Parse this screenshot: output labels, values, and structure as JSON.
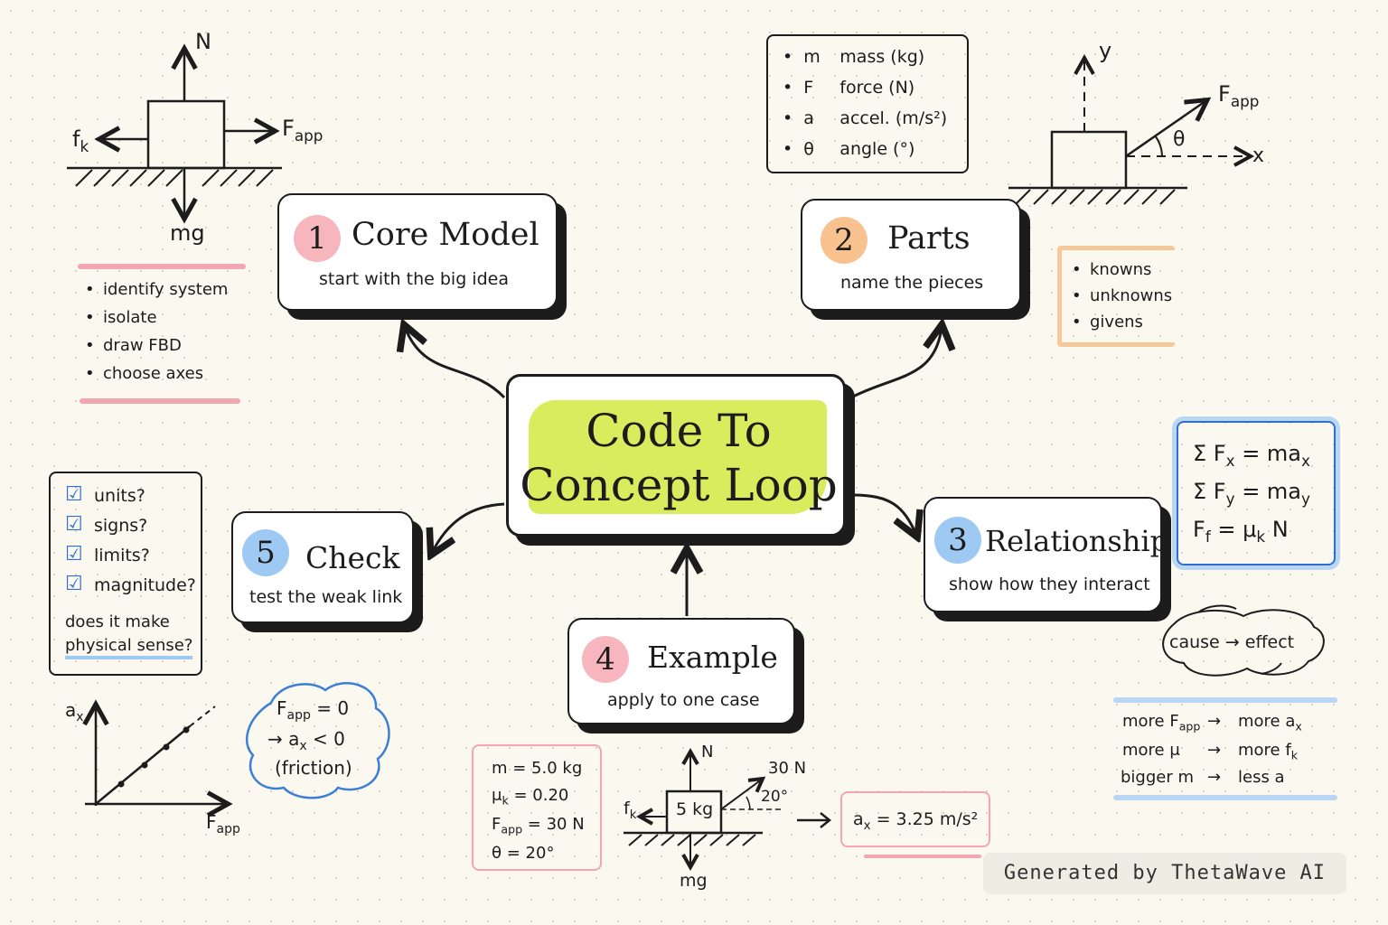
{
  "center": {
    "title_line1": "Code To",
    "title_line2": "Concept Loop"
  },
  "nodes": [
    {
      "num": "1",
      "title": "Core Model",
      "subtitle": "start with the big idea",
      "color": "#f7b6bd"
    },
    {
      "num": "2",
      "title": "Parts",
      "subtitle": "name the pieces",
      "color": "#f8c28f"
    },
    {
      "num": "3",
      "title": "Relationship",
      "subtitle": "show how they interact",
      "color": "#9ec9f2"
    },
    {
      "num": "4",
      "title": "Example",
      "subtitle": "apply to one case",
      "color": "#f7b6bd"
    },
    {
      "num": "5",
      "title": "Check",
      "subtitle": "test the weak link",
      "color": "#9ec9f2"
    }
  ],
  "fbd1": {
    "N": "N",
    "fk": "f",
    "fk_sub": "k",
    "fapp": "F",
    "fapp_sub": "app",
    "mg": "mg"
  },
  "core_steps": [
    "identify system",
    "isolate",
    "draw FBD",
    "choose axes"
  ],
  "variables": [
    {
      "sym": "m",
      "desc": "mass (kg)"
    },
    {
      "sym": "F",
      "desc": "force (N)"
    },
    {
      "sym": "a",
      "desc": "accel. (m/s²)"
    },
    {
      "sym": "θ",
      "desc": "angle (°)"
    }
  ],
  "axes_diagram": {
    "y": "y",
    "x": "x",
    "fapp": "F",
    "fapp_sub": "app",
    "theta": "θ"
  },
  "parts_list": [
    "knowns",
    "unknowns",
    "givens"
  ],
  "equations": [
    {
      "lhs": "Σ F",
      "lhs_sub": "x",
      "rhs": "= ma",
      "rhs_sub": "x"
    },
    {
      "lhs": "Σ F",
      "lhs_sub": "y",
      "rhs": "= ma",
      "rhs_sub": "y"
    },
    {
      "lhs": "F",
      "lhs_sub": "f",
      "rhs": "= μ",
      "rhs_sub": "k",
      "tail": " N"
    }
  ],
  "cause_effect": {
    "cause": "cause",
    "arrow": "→",
    "effect": "effect"
  },
  "effects": [
    {
      "a": "more F",
      "a_sub": "app",
      "arrow": "→",
      "b": "more a",
      "b_sub": "x"
    },
    {
      "a": "more μ",
      "a_sub": "",
      "arrow": "→",
      "b": "more f",
      "b_sub": "k"
    },
    {
      "a": "bigger m",
      "a_sub": "",
      "arrow": "→",
      "b": "less a",
      "b_sub": ""
    }
  ],
  "checks": [
    "units?",
    "signs?",
    "limits?",
    "magnitude?"
  ],
  "sense_q1": "does it make",
  "sense_q2": "physical sense?",
  "graph": {
    "ylabel": "a",
    "ylabel_sub": "x",
    "xlabel": "F",
    "xlabel_sub": "app"
  },
  "cloud": {
    "l1a": "F",
    "l1sub": "app",
    "l1b": " = 0",
    "l2a": "→ a",
    "l2sub": "x",
    "l2b": " < 0",
    "l3": "(friction)"
  },
  "givens": [
    {
      "t": "m = 5.0 kg"
    },
    {
      "t": "μ",
      "sub": "k",
      "tail": " = 0.20"
    },
    {
      "t": "F",
      "sub": "app",
      "tail": " = 30 N"
    },
    {
      "t": "θ  = 20°"
    }
  ],
  "fbd2": {
    "N": "N",
    "force": "30 N",
    "angle": "20°",
    "mass": "5 kg",
    "fk": "f",
    "fk_sub": "k",
    "mg": "mg"
  },
  "result": {
    "a": "a",
    "sub": "x",
    "tail": " = 3.25 m/s²"
  },
  "footer": "Generated by ThetaWave AI",
  "colors": {
    "highlight": "#d9ec5e",
    "pink": "#f2a7b0",
    "blue": "#7fb6ea",
    "orange": "#f6c89a"
  }
}
